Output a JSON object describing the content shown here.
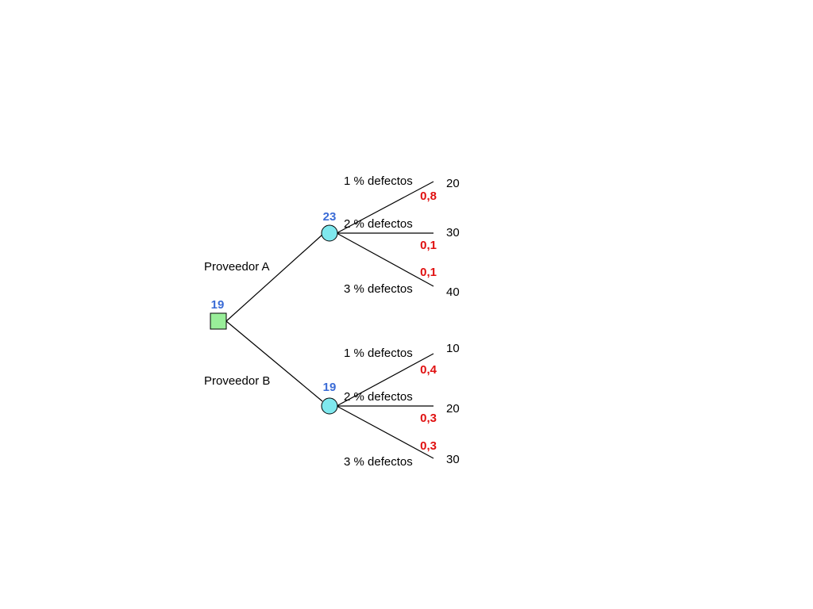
{
  "colors": {
    "decision_fill": "#99ee99",
    "chance_fill": "#7fe8ee",
    "expected_value": "#3a6bd6",
    "probability": "#e01010"
  },
  "decision": {
    "value": "19"
  },
  "suppliers": [
    {
      "label": "Proveedor A",
      "value": "23",
      "outcomes": [
        {
          "label": "1 % defectos",
          "probability": "0,8",
          "payoff": "20"
        },
        {
          "label": "2 % defectos",
          "probability": "0,1",
          "payoff": "30"
        },
        {
          "label": "3 % defectos",
          "probability": "0,1",
          "payoff": "40"
        }
      ]
    },
    {
      "label": "Proveedor B",
      "value": "19",
      "outcomes": [
        {
          "label": "1 % defectos",
          "probability": "0,4",
          "payoff": "10"
        },
        {
          "label": "2 % defectos",
          "probability": "0,3",
          "payoff": "20"
        },
        {
          "label": "3 % defectos",
          "probability": "0,3",
          "payoff": "30"
        }
      ]
    }
  ]
}
